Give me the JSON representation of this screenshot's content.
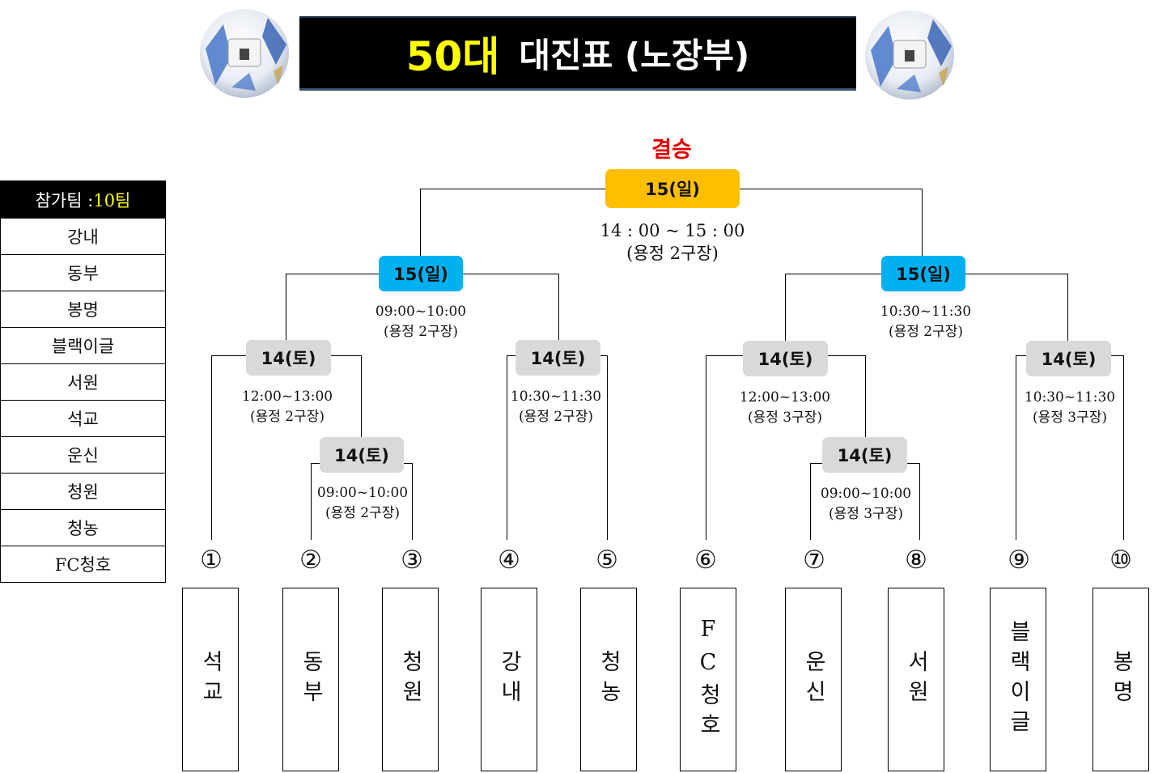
{
  "header": {
    "title_accent": "50대",
    "title_main": "대진표 (노장부)",
    "accent_color": "#ffff00"
  },
  "final": {
    "label": "결승",
    "date": "15(일)",
    "time": "14 : 00 ~ 15 : 00",
    "venue": "(용정  2구장)"
  },
  "semis": [
    {
      "date": "15(일)",
      "time": "09:00~10:00",
      "venue": "(용정 2구장)"
    },
    {
      "date": "15(일)",
      "time": "10:30~11:30",
      "venue": "(용정 2구장)"
    }
  ],
  "quarters": [
    {
      "date": "14(토)",
      "time": "12:00~13:00",
      "venue": "(용정  2구장)"
    },
    {
      "date": "14(토)",
      "time": "10:30~11:30",
      "venue": "(용정  2구장)"
    },
    {
      "date": "14(토)",
      "time": "12:00~13:00",
      "venue": "(용정  3구장)"
    },
    {
      "date": "14(토)",
      "time": "10:30~11:30",
      "venue": "(용정 3구장)"
    }
  ],
  "prelims": [
    {
      "date": "14(토)",
      "time": "09:00~10:00",
      "venue": "(용정  2구장)"
    },
    {
      "date": "14(토)",
      "time": "09:00~10:00",
      "venue": "(용정  3구장)"
    }
  ],
  "team_list": {
    "header_label": "참가팀 : ",
    "header_count": "10팀",
    "teams": [
      "강내",
      "동부",
      "봉명",
      "블랙이글",
      "서원",
      "석교",
      "운신",
      "청원",
      "청농",
      "FC청호"
    ]
  },
  "seeds": [
    "①",
    "②",
    "③",
    "④",
    "⑤",
    "⑥",
    "⑦",
    "⑧",
    "⑨",
    "⑩"
  ],
  "slots": [
    "석교",
    "동부",
    "청원",
    "강내",
    "청농",
    "FC청호",
    "운신",
    "서원",
    "블랙이글",
    "봉명"
  ],
  "colors": {
    "final_pill": "#ffbf00",
    "semi_pill": "#00b0f0",
    "round_pill": "#d9d9d9",
    "final_label": "#e00000"
  }
}
